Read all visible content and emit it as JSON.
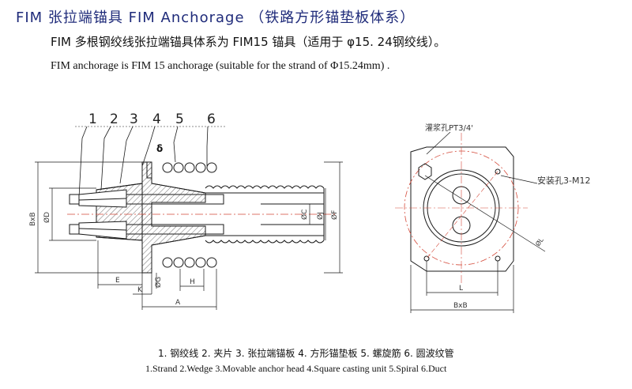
{
  "title": "FIM 张拉端锚具 FIM Anchorage    （铁路方形锚垫板体系）",
  "subtitle_zh": "FIM 多根钢绞线张拉端锚具体系为 FIM15 锚具（适用于 φ15. 24钢绞线）。",
  "subtitle_en": "FIM anchorage is FIM 15 anchorage (suitable for the strand of Φ15.24mm) .",
  "part_numbers": [
    "1",
    "2",
    "3",
    "4",
    "5",
    "6"
  ],
  "delta_symbol": "δ",
  "side_view_dims": {
    "bxb": "BxB",
    "d": "ØD",
    "c": "ØC",
    "j": "ØJ",
    "f": "ØF",
    "e": "E",
    "g": "ØG",
    "h": "H",
    "k": "K",
    "a": "A"
  },
  "front_view_labels": {
    "grout_port": "灌浆孔PT3/4'",
    "mount_hole": "安装孔3-M12",
    "l_circle": "ØL",
    "l_dim": "L",
    "bxb": "BxB"
  },
  "legend_zh": "1. 钢绞线   2. 夹片    3. 张拉端锚板   4. 方形锚垫板   5. 螺旋筋   6. 圆波纹管",
  "legend_en": "1.Strand   2.Wedge   3.Movable anchor head   4.Square casting unit   5.Spiral   6.Duct",
  "colors": {
    "title": "#1f2b7a",
    "line": "#1a1a1a",
    "center_line": "#d44a3a",
    "hatch": "#333333"
  }
}
